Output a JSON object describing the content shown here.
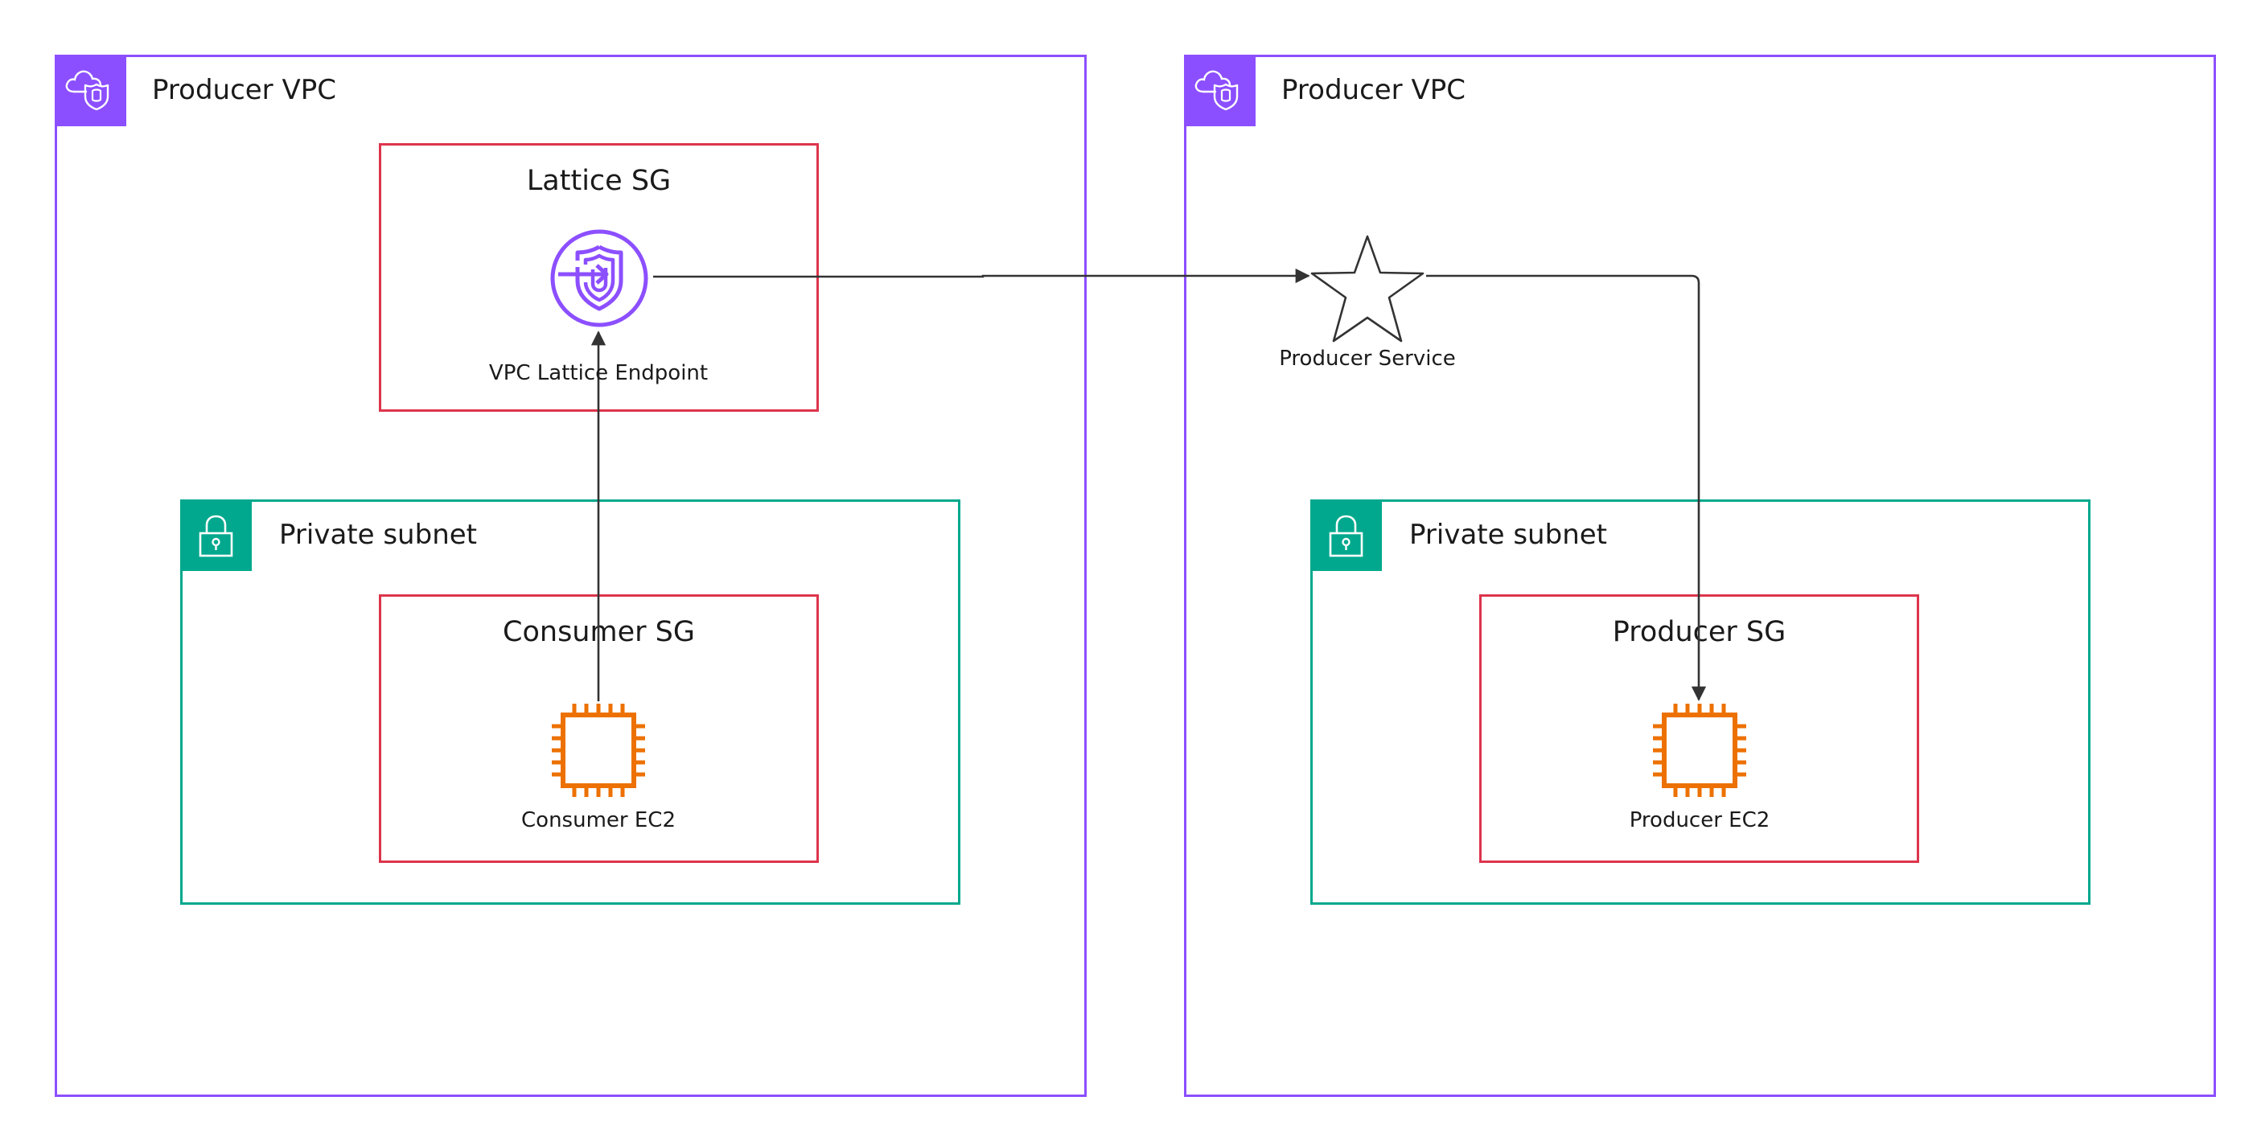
{
  "left_vpc": {
    "title": "Producer VPC",
    "icon": "vpc-icon"
  },
  "right_vpc": {
    "title": "Producer VPC",
    "icon": "vpc-icon"
  },
  "lattice_sg": {
    "title": "Lattice SG"
  },
  "endpoint": {
    "label": "VPC Lattice Endpoint",
    "icon": "vpc-lattice-endpoint-icon",
    "color": "#8c4fff"
  },
  "left_subnet": {
    "title": "Private subnet",
    "icon": "lock-icon"
  },
  "right_subnet": {
    "title": "Private subnet",
    "icon": "lock-icon"
  },
  "consumer_sg": {
    "title": "Consumer SG"
  },
  "producer_sg": {
    "title": "Producer SG"
  },
  "consumer_ec2": {
    "label": "Consumer EC2",
    "icon": "ec2-instance-icon",
    "color": "#ed7100"
  },
  "producer_ec2": {
    "label": "Producer EC2",
    "icon": "ec2-instance-icon",
    "color": "#ed7100"
  },
  "producer_service": {
    "label": "Producer Service",
    "icon": "star-icon"
  },
  "colors": {
    "vpc": "#8c4fff",
    "subnet": "#01a88d",
    "security_group": "#dd344c",
    "connector": "#333333"
  },
  "connections": [
    {
      "from": "Consumer EC2",
      "to": "VPC Lattice Endpoint"
    },
    {
      "from": "VPC Lattice Endpoint",
      "to": "Producer Service"
    },
    {
      "from": "Producer Service",
      "to": "Producer EC2"
    }
  ]
}
